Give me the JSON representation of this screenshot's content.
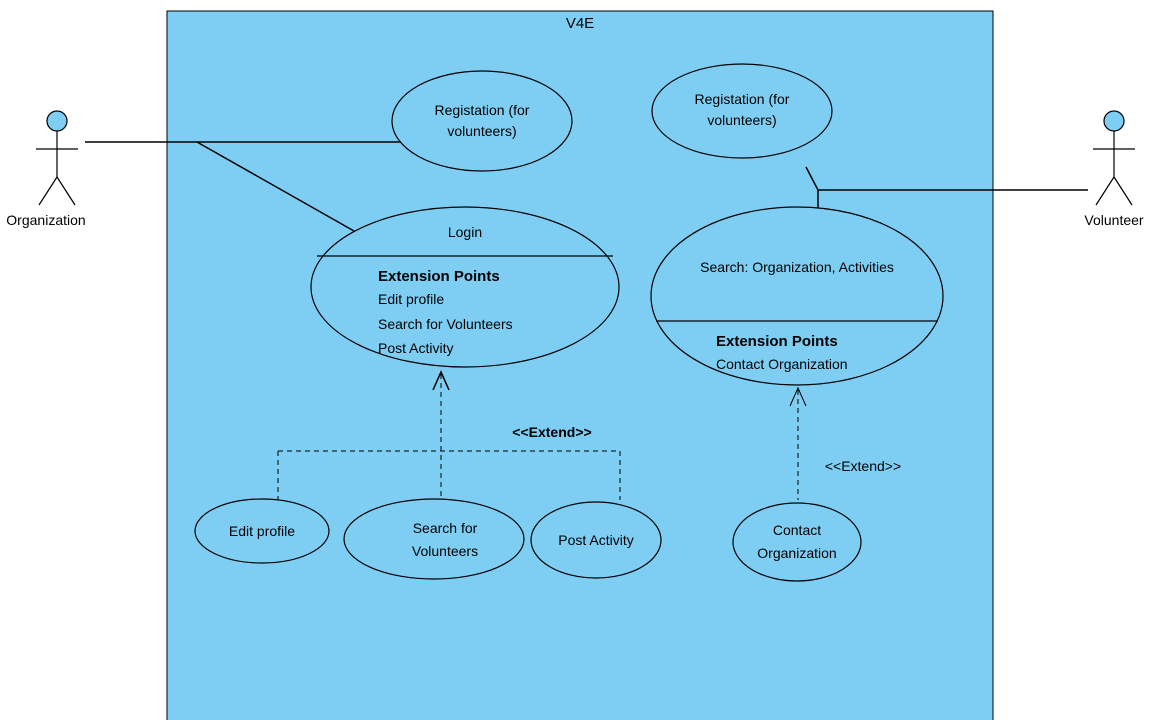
{
  "colors": {
    "system_fill": "#7ecef4",
    "usecase_fill": "#7ecef4",
    "actor_head": "#7ecef4",
    "line": "#000000",
    "page_background": "#ffffff"
  },
  "system": {
    "name": "V4E"
  },
  "actors": {
    "organization": {
      "name": "Organization"
    },
    "volunteer": {
      "name": "Volunteer"
    }
  },
  "usecases": {
    "reg_left": {
      "line1": "Registation (for",
      "line2": "volunteers)"
    },
    "reg_right": {
      "line1": "Registation (for",
      "line2": "volunteers)"
    },
    "login": {
      "title": "Login",
      "ext_header": "Extension Points",
      "ext_points": [
        "Edit profile",
        "Search for Volunteers",
        "Post Activity"
      ]
    },
    "search": {
      "title": "Search: Organization, Activities",
      "ext_header": "Extension Points",
      "ext_points": [
        "Contact Organization"
      ]
    },
    "edit_profile": {
      "label": "Edit profile"
    },
    "search_volunteers": {
      "line1": "Search for",
      "line2": "Volunteers"
    },
    "post_activity": {
      "label": "Post Activity"
    },
    "contact_org": {
      "line1": "Contact",
      "line2": "Organization"
    }
  },
  "relations": {
    "extend_left": "<<Extend>>",
    "extend_right": "<<Extend>>"
  }
}
